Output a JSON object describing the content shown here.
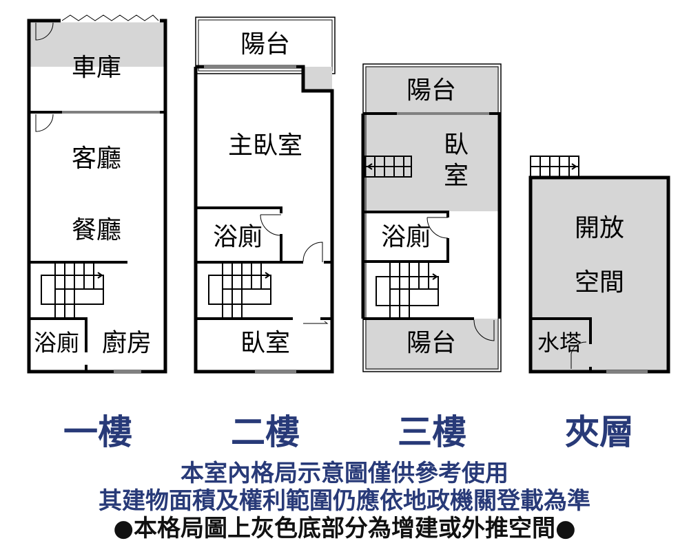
{
  "colors": {
    "title": "#283a78",
    "wall": "#000000",
    "extension_gray": "#d6d6d6"
  },
  "floors": [
    {
      "title": "一樓",
      "rooms": [
        "車庫",
        "客廳",
        "餐廳",
        "浴廁",
        "廚房"
      ]
    },
    {
      "title": "二樓",
      "rooms": [
        "陽台",
        "主臥室",
        "浴廁",
        "臥室"
      ]
    },
    {
      "title": "三樓",
      "rooms": [
        "陽台",
        "臥",
        "室",
        "浴廁",
        "陽台"
      ]
    },
    {
      "title": "夾層",
      "rooms": [
        "開放",
        "空間",
        "水塔"
      ]
    }
  ],
  "notes": {
    "line1": "本室內格局示意圖僅供參考使用",
    "line2": "其建物面積及權利範圍仍應依地政機關登載為準",
    "line3": "●本格局圖上灰色底部分為增建或外推空間●"
  }
}
